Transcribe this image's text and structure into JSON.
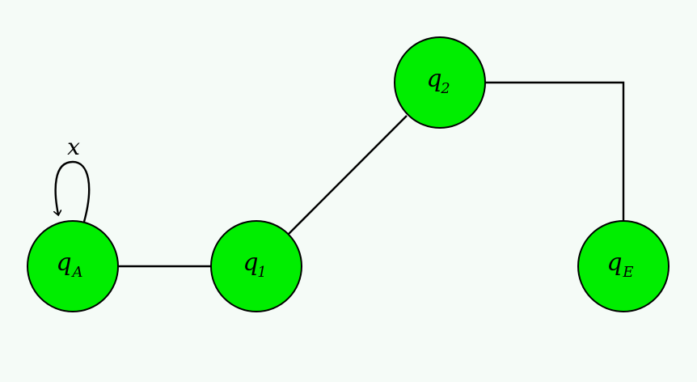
{
  "diagram": {
    "background": "#f5fbf7",
    "node_fill": "#00ee00",
    "stroke_color": "#000000",
    "nodes": [
      {
        "id": "qA",
        "main": "q",
        "sub": "A"
      },
      {
        "id": "q1",
        "main": "q",
        "sub": "1"
      },
      {
        "id": "q2",
        "main": "q",
        "sub": "2"
      },
      {
        "id": "qE",
        "main": "q",
        "sub": "E"
      }
    ],
    "edges": [
      {
        "from": "qA",
        "to": "q1",
        "label": ""
      },
      {
        "from": "q1",
        "to": "q2",
        "label": ""
      },
      {
        "from": "q2",
        "to": "qE",
        "label": ""
      }
    ],
    "self_loop": {
      "node": "qA",
      "label": "x"
    }
  }
}
